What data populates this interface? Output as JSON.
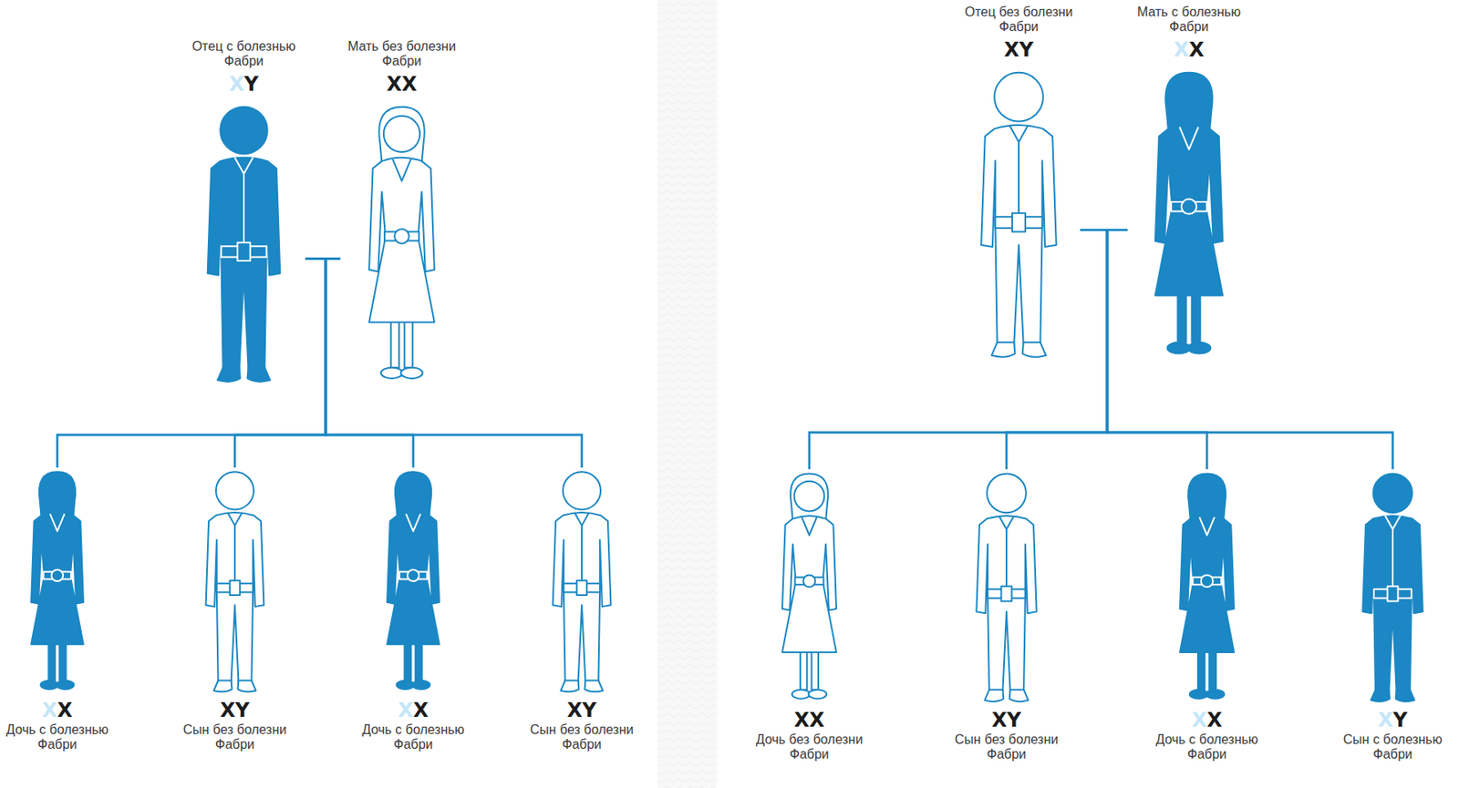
{
  "diagram": {
    "nodes": [
      {
        "text": [
          "Отец с болезнью Фабри",
          "XY"
        ]
      },
      {
        "text": [
          "Мать без болезни Фабри",
          "XX"
        ]
      },
      {
        "text": [
          "XX",
          "Дочь с болезнью Фабри"
        ]
      },
      {
        "text": [
          "XY",
          "Сын без болезни Фабри"
        ]
      },
      {
        "text": [
          "XX",
          "Дочь с болезнью Фабри"
        ]
      },
      {
        "text": [
          "XY",
          "Сын без болезни Фабри"
        ]
      },
      {
        "text": [
          "Отец без болезни Фабри",
          "XY"
        ]
      },
      {
        "text": [
          "Мать с болезнью Фабри",
          "XX"
        ]
      },
      {
        "text": [
          "XX",
          "Дочь без болезни Фабри"
        ]
      },
      {
        "text": [
          "XY",
          "Сын без болезни Фабри"
        ]
      },
      {
        "text": [
          "XX",
          "Дочь с болезнью Фабри"
        ]
      },
      {
        "text": [
          "XY",
          "Сын с болезнью Фабри"
        ]
      }
    ],
    "edges": [
      {
        "from": 0,
        "to": 2,
        "arrow": "none"
      },
      {
        "from": 0,
        "to": 3,
        "arrow": "none"
      },
      {
        "from": 0,
        "to": 4,
        "arrow": "none"
      },
      {
        "from": 0,
        "to": 5,
        "arrow": "none"
      },
      {
        "from": 1,
        "to": 2,
        "arrow": "none"
      },
      {
        "from": 1,
        "to": 3,
        "arrow": "none"
      },
      {
        "from": 1,
        "to": 4,
        "arrow": "none"
      },
      {
        "from": 1,
        "to": 5,
        "arrow": "none"
      },
      {
        "from": 6,
        "to": 8,
        "arrow": "none"
      },
      {
        "from": 6,
        "to": 9,
        "arrow": "none"
      },
      {
        "from": 6,
        "to": 10,
        "arrow": "none"
      },
      {
        "from": 6,
        "to": 11,
        "arrow": "none"
      },
      {
        "from": 7,
        "to": 8,
        "arrow": "none"
      },
      {
        "from": 7,
        "to": 9,
        "arrow": "none"
      },
      {
        "from": 7,
        "to": 10,
        "arrow": "none"
      },
      {
        "from": 7,
        "to": 11,
        "arrow": "none"
      }
    ]
  }
}
